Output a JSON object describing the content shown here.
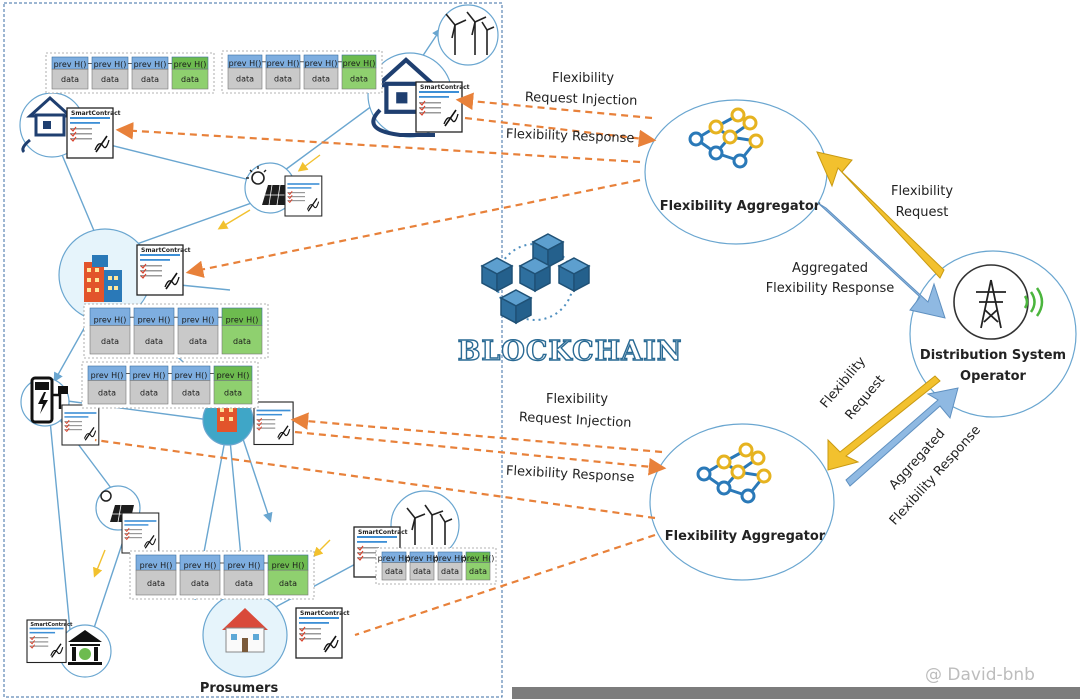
{
  "labels": {
    "prosumers": "Prosumers",
    "blockchain": "BLOCKCHAIN",
    "aggregator_top": "Flexibility Aggregator",
    "aggregator_bottom": "Flexibility Aggregator",
    "dso_line1": "Distribution System",
    "dso_line2": "Operator",
    "top_injection_1": "Flexibility",
    "top_injection_2": "Request Injection",
    "top_response": "Flexibility Response",
    "bottom_injection_1": "Flexibility",
    "bottom_injection_2": "Request Injection",
    "bottom_response": "Flexibility Response",
    "dso_up_request_1": "Flexibility",
    "dso_up_request_2": "Request",
    "dso_up_response_1": "Aggregated",
    "dso_up_response_2": "Flexibility Response",
    "dso_down_request_1": "Flexibility",
    "dso_down_request_2": "Request",
    "dso_down_response_1": "Aggregated",
    "dso_down_response_2": "Flexibility Response",
    "watermark": "@ David-bnb"
  },
  "block": {
    "header": "prev H()",
    "body": "data"
  },
  "smart_contract_label": "SmartContract",
  "colors": {
    "dashed_arrow": "#e8813a",
    "request_arrow": "#f2c12e",
    "response_arrow": "#8fb9e2",
    "network_line": "#6aa6d0",
    "cube": "#2e6f9e",
    "block_green": "#6dbb4f",
    "block_blue": "#7eaee0",
    "block_gray": "#c9c9c9"
  },
  "icons": [
    "house-icon",
    "wind-turbine-icon",
    "solar-panel-icon",
    "buildings-icon",
    "ev-charger-icon",
    "bank-icon",
    "network-graph-icon",
    "transmission-tower-icon",
    "blockchain-cubes-icon",
    "smart-contract-icon"
  ]
}
